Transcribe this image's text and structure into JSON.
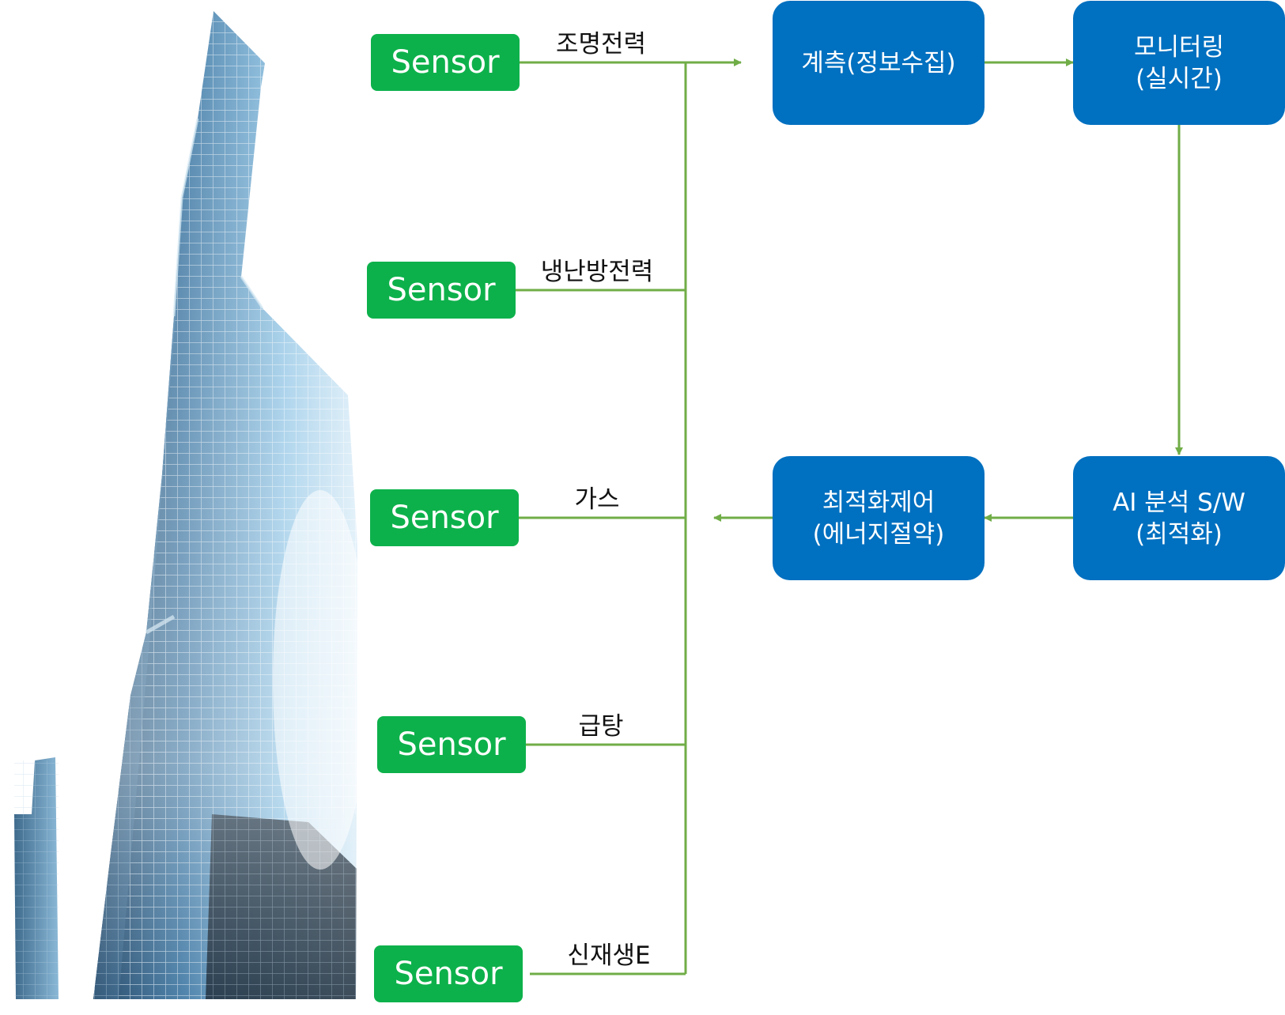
{
  "colors": {
    "sensor_fill": "#0db14b",
    "process_fill": "#0070c0",
    "connector": "#70ad47"
  },
  "sensors": [
    {
      "label": "Sensor",
      "line_label": "조명전력"
    },
    {
      "label": "Sensor",
      "line_label": "냉난방전력"
    },
    {
      "label": "Sensor",
      "line_label": "가스"
    },
    {
      "label": "Sensor",
      "line_label": "급탕"
    },
    {
      "label": "Sensor",
      "line_label": "신재생E"
    }
  ],
  "process": {
    "measure": {
      "line1": "계측(정보수집)",
      "line2": ""
    },
    "monitor": {
      "line1": "모니터링",
      "line2": "(실시간)"
    },
    "ai": {
      "line1": "AI 분석 S/W",
      "line2": "(최적화)"
    },
    "control": {
      "line1": "최적화제어",
      "line2": "(에너지절약)"
    }
  }
}
